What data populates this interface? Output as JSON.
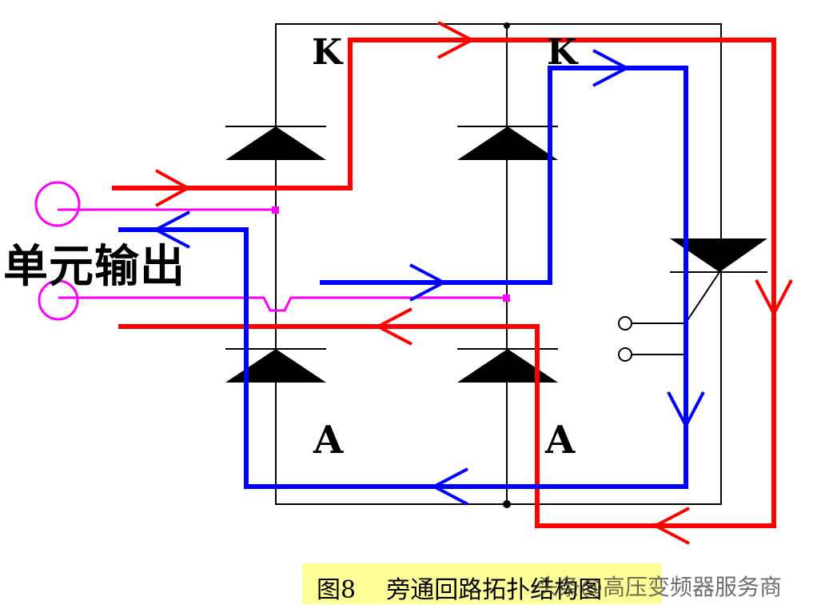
{
  "labels": {
    "k_left": "K",
    "k_right": "K",
    "a_left": "A",
    "a_right": "A",
    "unit_output": "单元输出"
  },
  "caption": {
    "text": "图8    旁通回路拓扑结构图"
  },
  "watermark": {
    "text": "头条@高压变频器服务商"
  },
  "colors": {
    "red_path": "#ff0000",
    "blue_path": "#0000ff",
    "magenta_wire": "#ff00ff",
    "frame": "#000000",
    "caption_background": "#ffff99"
  }
}
